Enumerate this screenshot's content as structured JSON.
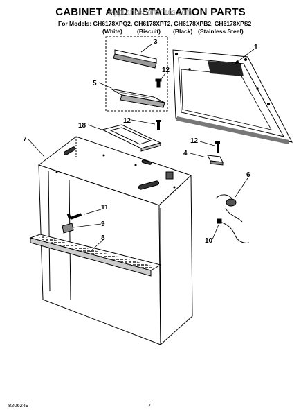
{
  "header": {
    "title": "CABINET AND INSTALLATION PARTS",
    "watermark": "AppliancePartsPros.com",
    "models_line": "For Models: GH6178XPQ2, GH6178XPT2, GH6178XPB2, GH6178XPS2",
    "finishes": [
      "(White)",
      "(Biscuit)",
      "(Black)",
      "(Stainless Steel)"
    ]
  },
  "callouts": [
    "1",
    "3",
    "12",
    "5",
    "12",
    "18",
    "7",
    "12",
    "4",
    "6",
    "11",
    "9",
    "8",
    "10"
  ],
  "footer": {
    "doc_number": "8206249",
    "page": "7"
  }
}
